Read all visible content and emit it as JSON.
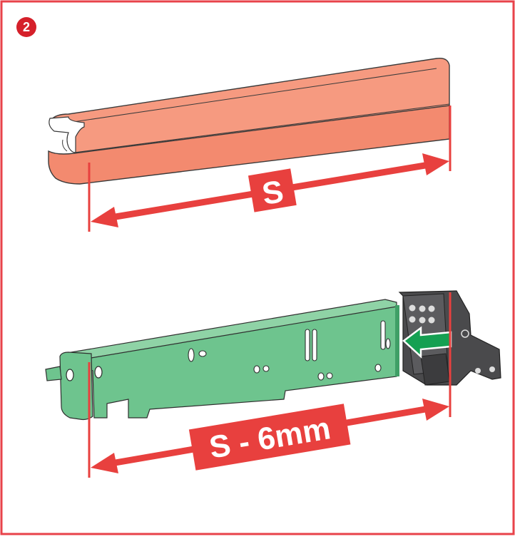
{
  "step": {
    "number": "2"
  },
  "top_dimension": {
    "label": "S"
  },
  "bottom_dimension": {
    "label": "S - 6mm"
  },
  "colors": {
    "frame": "#e8424a",
    "step_badge": "#d5202a",
    "dimension": "#e8403e",
    "rail_orange": "#f38a6f",
    "rail_orange_dark": "#e06f55",
    "rail_green": "#6ec48e",
    "rail_green_dark": "#3f9f66",
    "bracket": "#4a4a4c",
    "arrow_green": "#15a052"
  },
  "icons": [
    "step-number-badge",
    "push-arrow-icon"
  ]
}
